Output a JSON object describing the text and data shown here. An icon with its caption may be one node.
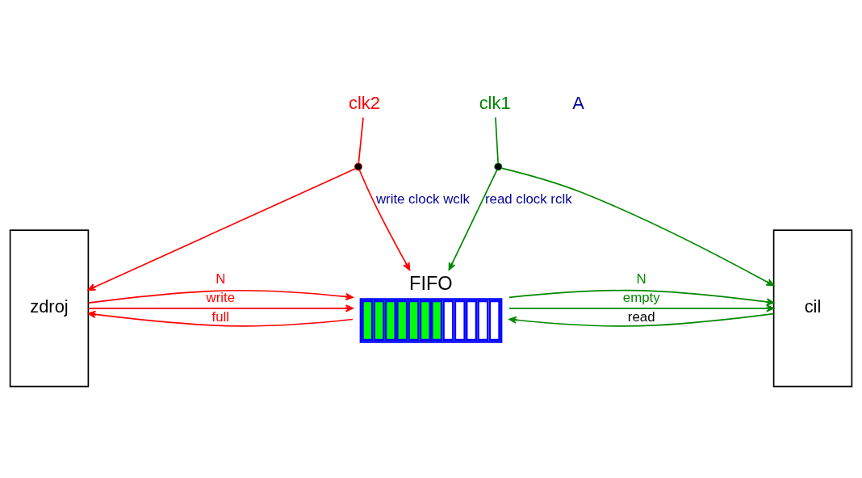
{
  "diagram": {
    "nodes": [
      {
        "text": [
          "zdroj"
        ]
      },
      {
        "text": [
          "FIFO"
        ]
      },
      {
        "text": [
          "cil"
        ]
      },
      {
        "text": [
          "clk2"
        ]
      },
      {
        "text": [],
        "shape": "circle"
      },
      {
        "text": [
          "clk1"
        ]
      },
      {
        "text": [],
        "shape": "circle"
      }
    ],
    "edges": [
      {
        "from": 3,
        "to": 4,
        "arrow": "none",
        "color": "#ff0000"
      },
      {
        "from": 4,
        "to": 0,
        "arrow": "to",
        "color": "#ff0000"
      },
      {
        "from": 4,
        "to": 1,
        "arrow": "to",
        "color": "#ff0000",
        "label": "write clock wclk"
      },
      {
        "from": 0,
        "to": 1,
        "arrow": "to",
        "color": "#ff0000",
        "label": "N"
      },
      {
        "from": 0,
        "to": 1,
        "arrow": "to",
        "color": "#ff0000",
        "label": "write"
      },
      {
        "from": 1,
        "to": 0,
        "arrow": "to",
        "color": "#ff0000",
        "label": "full"
      },
      {
        "from": 5,
        "to": 6,
        "arrow": "none",
        "color": "#008800"
      },
      {
        "from": 6,
        "to": 2,
        "arrow": "to",
        "color": "#008800"
      },
      {
        "from": 6,
        "to": 1,
        "arrow": "to",
        "color": "#008800",
        "label": "read clock rclk"
      },
      {
        "from": 1,
        "to": 2,
        "arrow": "to",
        "color": "#008800",
        "label": "N"
      },
      {
        "from": 2,
        "to": 1,
        "arrow": "to",
        "color": "#008800",
        "label": "read"
      },
      {
        "from": 1,
        "to": 2,
        "arrow": "to",
        "color": "#008800",
        "label": "empty"
      }
    ],
    "labels": [
      "A"
    ]
  }
}
